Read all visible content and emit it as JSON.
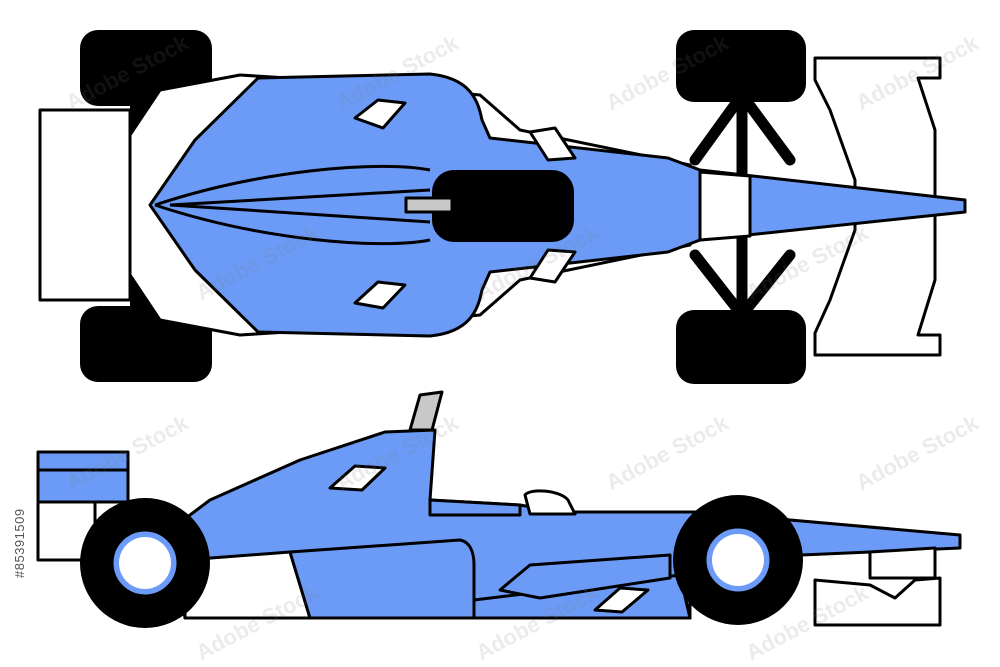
{
  "image": {
    "subject": "Formula racing car, top view and side view",
    "stock_id": "#85391509",
    "watermark_text": "Adobe Stock"
  },
  "colors": {
    "body_blue": "#6b9bf7",
    "outline": "#000000",
    "white_parts": "#ffffff",
    "tire_black": "#000000",
    "tab_grey": "#c8c8c8",
    "background": "#ffffff"
  },
  "icons": {
    "top_view": "race-car-top-view",
    "side_view": "race-car-side-view"
  }
}
